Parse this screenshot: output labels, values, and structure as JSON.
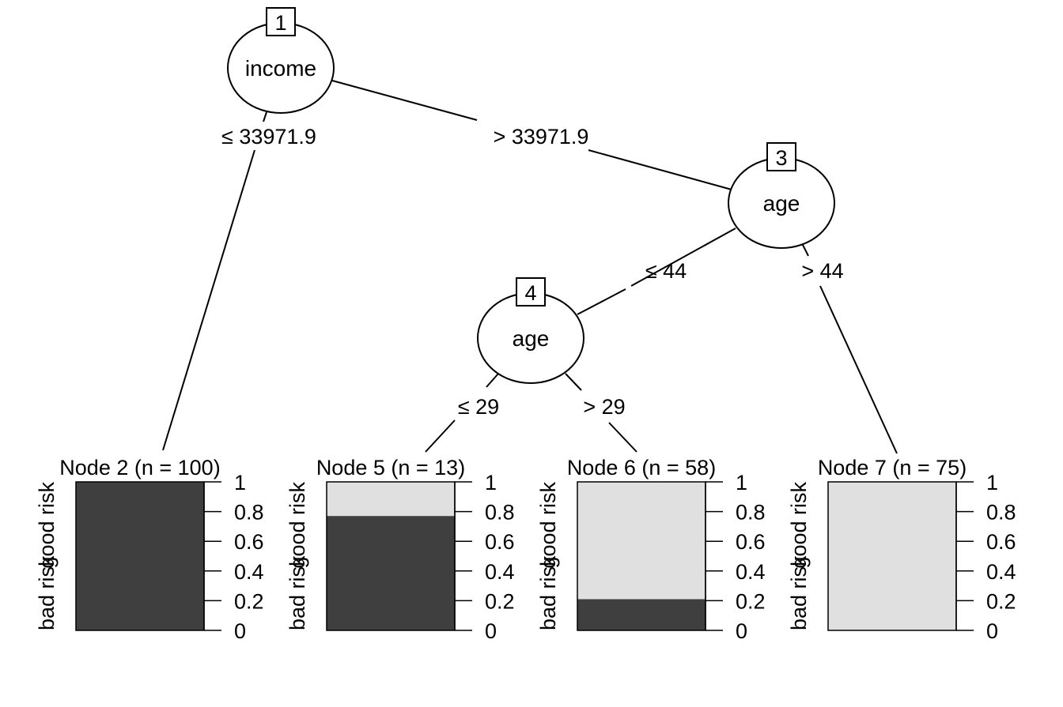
{
  "tree": {
    "inner_nodes": [
      {
        "id": "1",
        "variable": "income"
      },
      {
        "id": "3",
        "variable": "age"
      },
      {
        "id": "4",
        "variable": "age"
      }
    ],
    "splits": [
      {
        "from": "1",
        "left_label": "≤ 33971.9",
        "right_label": "> 33971.9"
      },
      {
        "from": "3",
        "left_label": "≤ 44",
        "right_label": "> 44"
      },
      {
        "from": "4",
        "left_label": "≤ 29",
        "right_label": "> 29"
      }
    ],
    "terminal_nodes": [
      {
        "title": "Node 2 (n = 100)",
        "bad_fraction": 1.0
      },
      {
        "title": "Node 5 (n = 13)",
        "bad_fraction": 0.77
      },
      {
        "title": "Node 6 (n = 58)",
        "bad_fraction": 0.21
      },
      {
        "title": "Node 7 (n = 75)",
        "bad_fraction": 0.0
      }
    ]
  },
  "panel_axis": {
    "ylabel_bottom": "bad risk",
    "ylabel_top": "good risk",
    "ticks": [
      "0",
      "0.2",
      "0.4",
      "0.6",
      "0.8",
      "1"
    ]
  },
  "colors": {
    "bad": "#3f3f3f",
    "good": "#e0e0e0",
    "line": "#000000"
  }
}
